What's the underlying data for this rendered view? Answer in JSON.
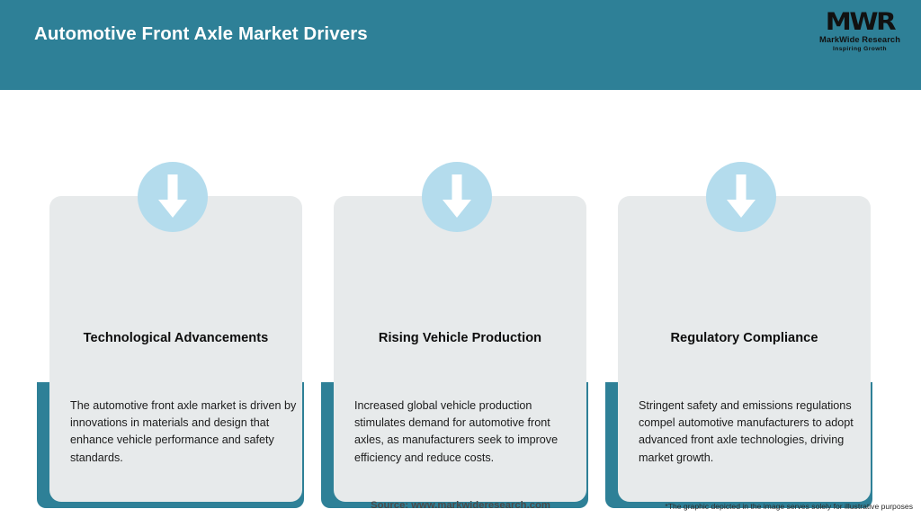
{
  "header": {
    "title": "Automotive Front Axle Market Drivers",
    "background_color": "#2e8097",
    "title_color": "#ffffff"
  },
  "logo": {
    "mark": "MWR",
    "name": "MarkWide Research",
    "tagline": "Inspiring Growth"
  },
  "theme": {
    "accent": "#2e8097",
    "card_background": "#e7eaeb",
    "icon_circle": "#b4dced",
    "arrow": "#ffffff"
  },
  "cards": [
    {
      "icon": "arrow-down-icon",
      "title": "Technological Advancements",
      "body": "The automotive front axle market is driven by innovations in materials and design that enhance vehicle performance and safety standards."
    },
    {
      "icon": "arrow-down-icon",
      "title": "Rising Vehicle Production",
      "body": "Increased global vehicle production stimulates demand for automotive front axles, as manufacturers seek to improve efficiency and reduce costs."
    },
    {
      "icon": "arrow-down-icon",
      "title": "Regulatory Compliance",
      "body": "Stringent safety and emissions regulations compel automotive manufacturers to adopt advanced front axle technologies, driving market growth."
    }
  ],
  "footer": {
    "source": "Source: www.markwideresearch.com",
    "note": "*The graphic depicted in the image serves solely for illustrative purposes"
  }
}
